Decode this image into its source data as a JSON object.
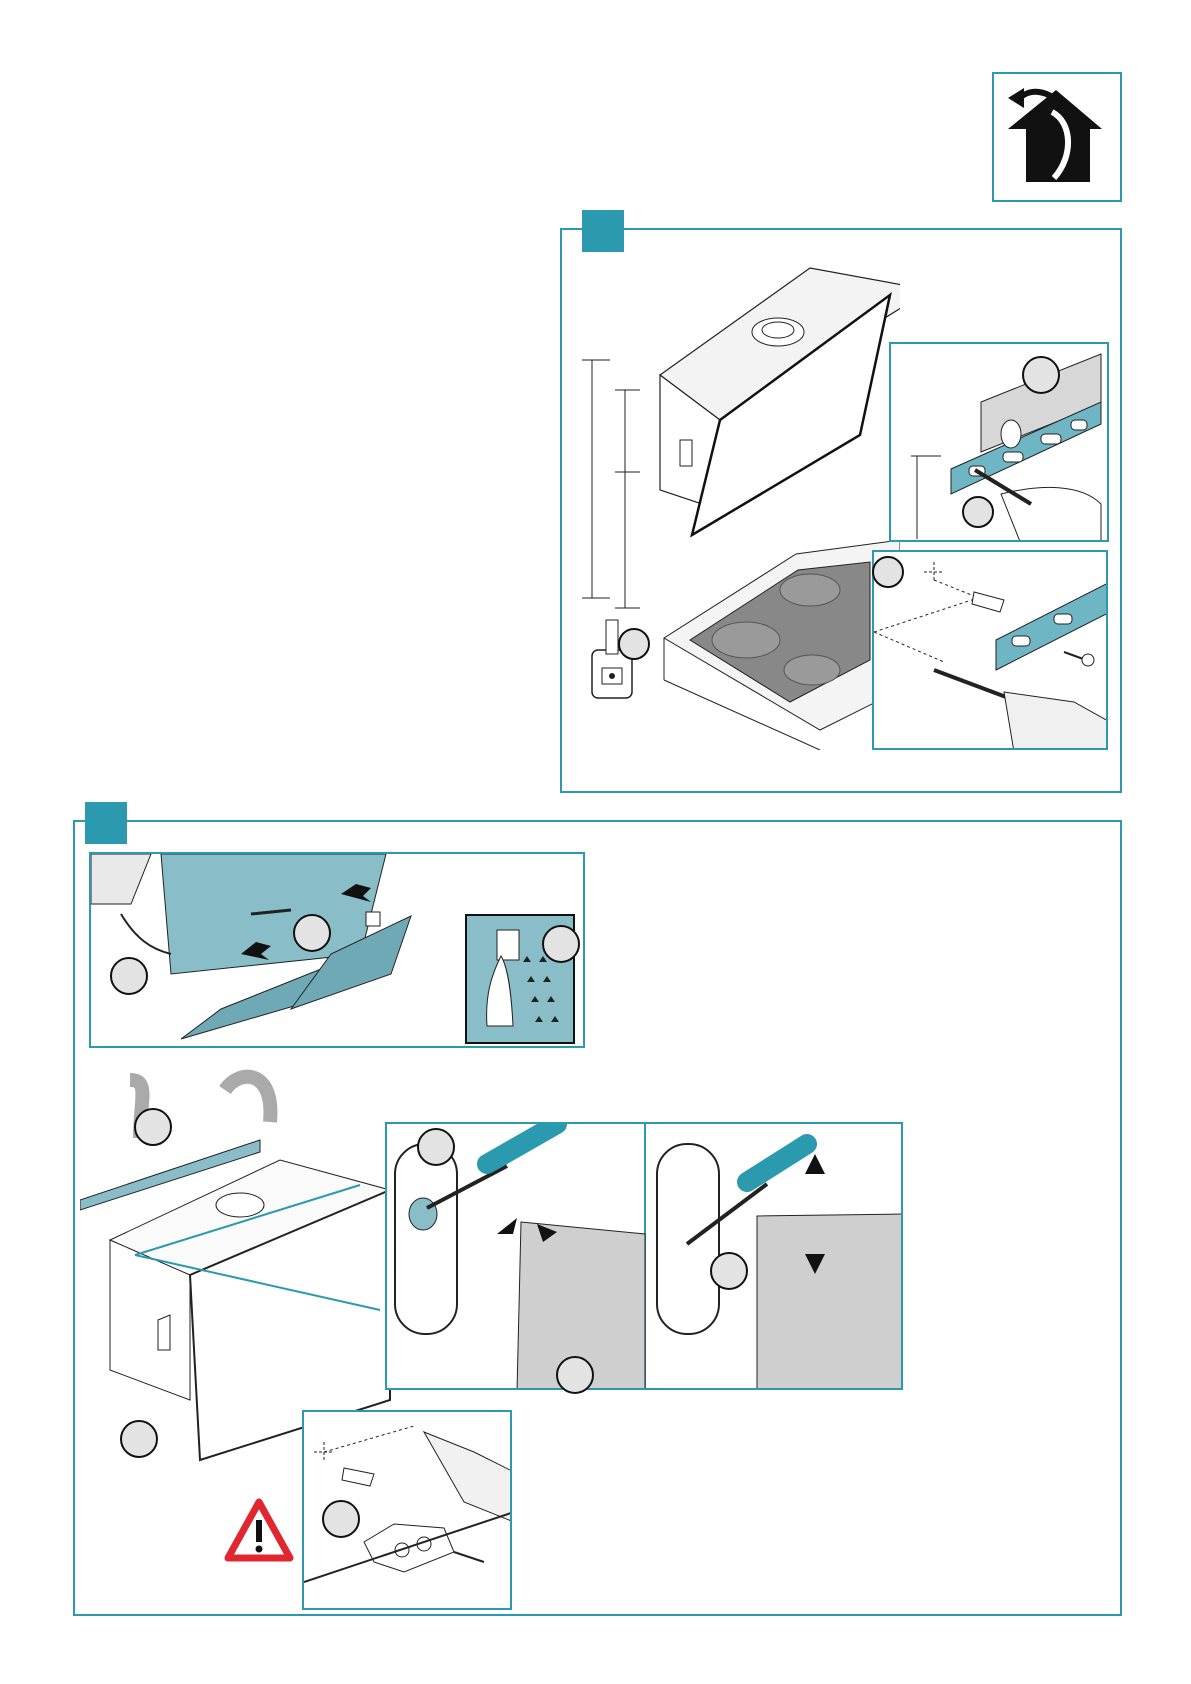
{
  "page": {
    "icon": "indoor-air-recirculation-house-icon",
    "colors": {
      "accent": "#2b9aae",
      "panel_fill": "#89bec9",
      "warning": "#e0262f",
      "hood_gray": "#d0d0d0"
    },
    "sections": [
      {
        "id": "step-a",
        "badge": "",
        "insets": [
          "level-and-mark-inset",
          "drill-and-plug-inset",
          "tape-measure"
        ]
      },
      {
        "id": "step-b",
        "badge": "",
        "insets": [
          "filter-removal-inset",
          "filter-latch-inset",
          "screw-adjust-inset-left",
          "screw-adjust-inset-right",
          "bracket-fixing-inset",
          "warning-triangle"
        ]
      }
    ]
  }
}
